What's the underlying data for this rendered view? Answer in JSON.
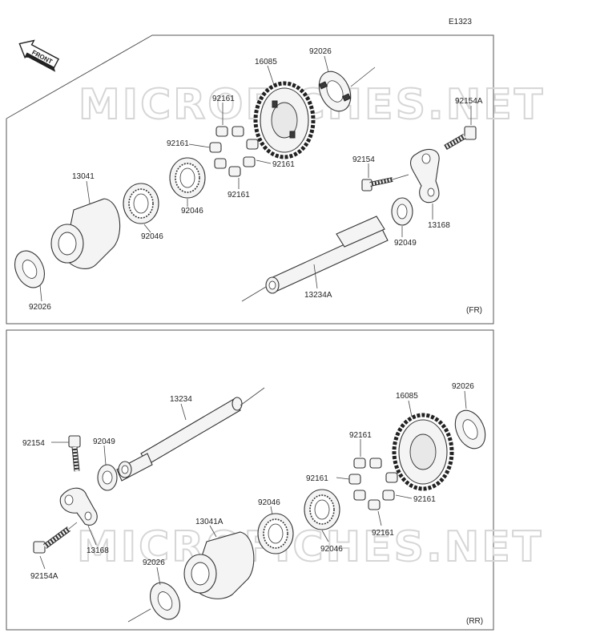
{
  "diagram_code": "E1323",
  "front_label": "FRONT",
  "watermark": "MICROFICHES.NET",
  "panels": [
    {
      "variant": "(FR)",
      "labels": {
        "p92026_gear": "92026",
        "p16085": "16085",
        "p92154A": "92154A",
        "p92161_top": "92161",
        "p92161_left": "92161",
        "p92161_right": "92161",
        "p92161_bottom": "92161",
        "p92154": "92154",
        "p13041": "13041",
        "p92046_right": "92046",
        "p92046_left": "92046",
        "p13168": "13168",
        "p92049": "92049",
        "p92026_bottom": "92026",
        "p13234A": "13234A"
      }
    },
    {
      "variant": "(RR)",
      "labels": {
        "p13234": "13234",
        "p16085": "16085",
        "p92026_gear": "92026",
        "p92154": "92154",
        "p92049": "92049",
        "p92161_top": "92161",
        "p92161_left": "92161",
        "p92161_right": "92161",
        "p92161_bottom": "92161",
        "p92046_top": "92046",
        "p92046_bottom": "92046",
        "p13041A": "13041A",
        "p13168": "13168",
        "p92154A": "92154A",
        "p92026_bottom": "92026"
      }
    }
  ]
}
